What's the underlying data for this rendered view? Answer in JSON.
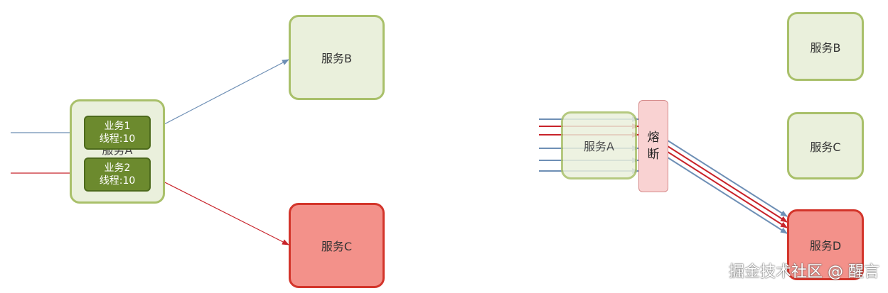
{
  "left": {
    "service_a": "服务A",
    "service_b": "服务B",
    "service_c": "服务C",
    "task1_title": "业务1",
    "task1_threads": "线程:10",
    "task2_title": "业务2",
    "task2_threads": "线程:10"
  },
  "right": {
    "service_a": "服务A",
    "service_b": "服务B",
    "service_c": "服务C",
    "service_d": "服务D",
    "fuse_line1": "熔",
    "fuse_line2": "断"
  },
  "watermark": "掘金技术社区 @ 醒言",
  "colors": {
    "green_fill": "#eaf0dc",
    "green_border": "#a9c06a",
    "red_fill": "#f3918a",
    "red_border": "#d3352b",
    "blue_arrow": "#6e8fb5",
    "red_arrow": "#c8232a"
  }
}
